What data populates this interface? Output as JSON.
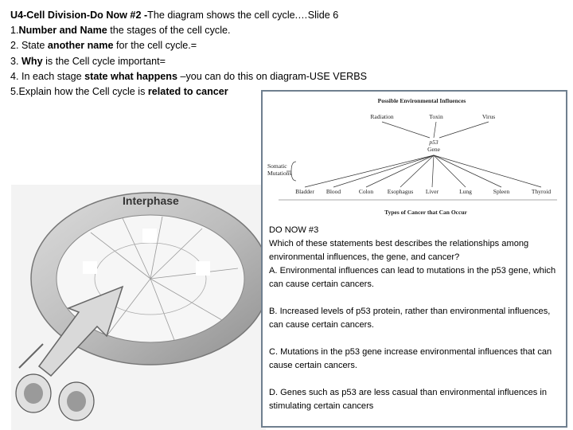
{
  "instructions": {
    "line1": "U4-Cell Division-Do Now #2 -",
    "line1_rest": "The diagram shows the cell cycle.…Slide 6",
    "line2_num": "1.",
    "line2_bold": "Number and Name",
    "line2_rest": " the stages of the cell cycle.",
    "line3_a": "2. State ",
    "line3_bold": "another name",
    "line3_rest": " for the cell cycle.=",
    "line4_a": "3. ",
    "line4_bold": "Why",
    "line4_rest": " is the Cell cycle important=",
    "line5_a": "4. In each stage ",
    "line5_bold": "state what happens",
    "line5_rest": " –you can do this on diagram-USE VERBS",
    "line6_a": "5.Explain how the Cell cycle is ",
    "line6_bold": "related to cancer"
  },
  "cycle_diagram": {
    "label": "Interphase"
  },
  "p53_diagram": {
    "title": "Possible Environmental Influences",
    "influences": [
      "Radiation",
      "Toxin",
      "Virus"
    ],
    "gene_label_top": "p53",
    "gene_label_bottom": "Gene",
    "side_label_1": "Somatic",
    "side_label_2": "Mutations",
    "cancers": [
      "Bladder",
      "Blood",
      "Colon",
      "Esophagus",
      "Liver",
      "Lung",
      "Spleen",
      "Thyroid"
    ],
    "footer": "Types of Cancer that Can Occur"
  },
  "do_now": {
    "heading": "DO NOW #3",
    "question": "Which of these statements best describes the relationships among environmental influences, the gene, and cancer?",
    "option_a": "A. Environmental influences can lead to mutations in the p53 gene, which can cause certain cancers.",
    "option_b": "B. Increased levels of p53 protein, rather than environmental influences, can cause certain cancers.",
    "option_c": "C. Mutations in the p53 gene increase environmental influences that can cause certain cancers.",
    "option_d": "D. Genes such as p53 are less casual than environmental influences in stimulating certain cancers"
  }
}
